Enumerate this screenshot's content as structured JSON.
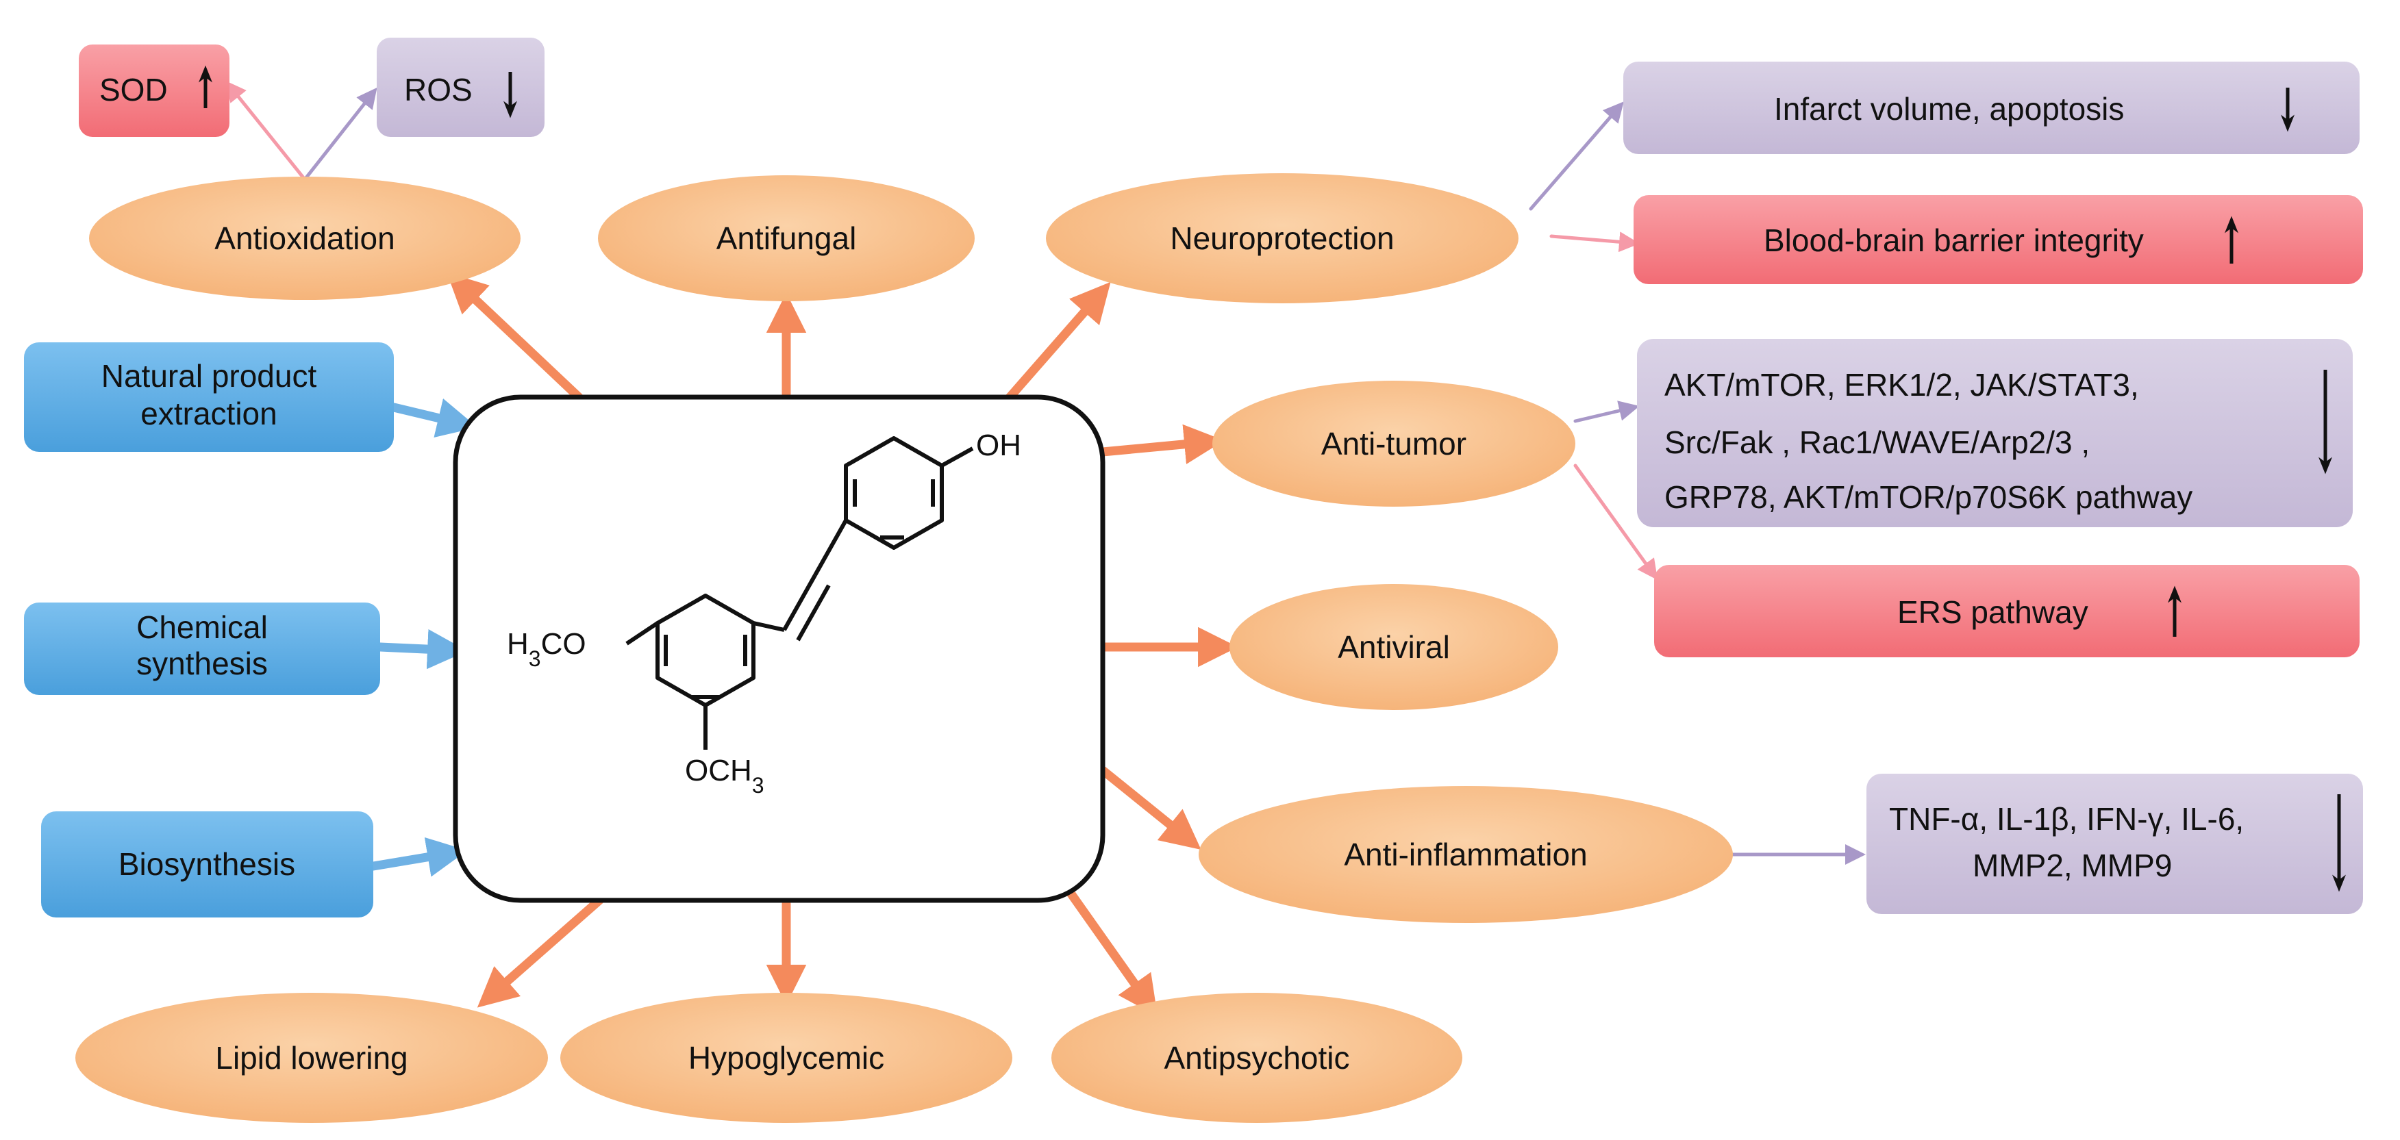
{
  "colors": {
    "orange_ellipse": "#f8c08a",
    "orange_arrow": "#f48a5c",
    "blue_box": "#5aaee6",
    "blue_arrow": "#6fb1e4",
    "purple_box": "#cdc3dc",
    "purple_arrow": "#a898c8",
    "red_box": "#f47f86",
    "pink_arrow": "#f59aa8",
    "center_border": "#111111"
  },
  "center": {
    "oh": "OH",
    "h3co": "H3CO",
    "och3": "OCH3"
  },
  "sources": {
    "natural": [
      "Natural product",
      "extraction"
    ],
    "chemical": [
      "Chemical",
      "synthesis"
    ],
    "bio": "Biosynthesis"
  },
  "activities": {
    "antioxidation": "Antioxidation",
    "antifungal": "Antifungal",
    "neuroprotection": "Neuroprotection",
    "antitumor": "Anti-tumor",
    "antiviral": "Antiviral",
    "antiinflammation": "Anti-inflammation",
    "lipid": "Lipid lowering",
    "hypoglycemic": "Hypoglycemic",
    "antipsychotic": "Antipsychotic"
  },
  "effects": {
    "sod": {
      "text": "SOD",
      "direction": "up"
    },
    "ros": {
      "text": "ROS",
      "direction": "down"
    },
    "infarct": {
      "text": "Infarct  volume, apoptosis",
      "direction": "down"
    },
    "bbb": {
      "text": "Blood-brain barrier integrity",
      "direction": "up"
    },
    "pathways": {
      "lines": [
        "AKT/mTOR, ERK1/2, JAK/STAT3,",
        "Src/Fak , Rac1/WAVE/Arp2/3 ,",
        "GRP78, AKT/mTOR/p70S6K pathway"
      ],
      "direction": "down"
    },
    "ers": {
      "text": "ERS pathway",
      "direction": "up"
    },
    "cytokines": {
      "lines": [
        "TNF-α, IL-1β, IFN-γ, IL-6,",
        "MMP2, MMP9"
      ],
      "direction": "down"
    }
  }
}
